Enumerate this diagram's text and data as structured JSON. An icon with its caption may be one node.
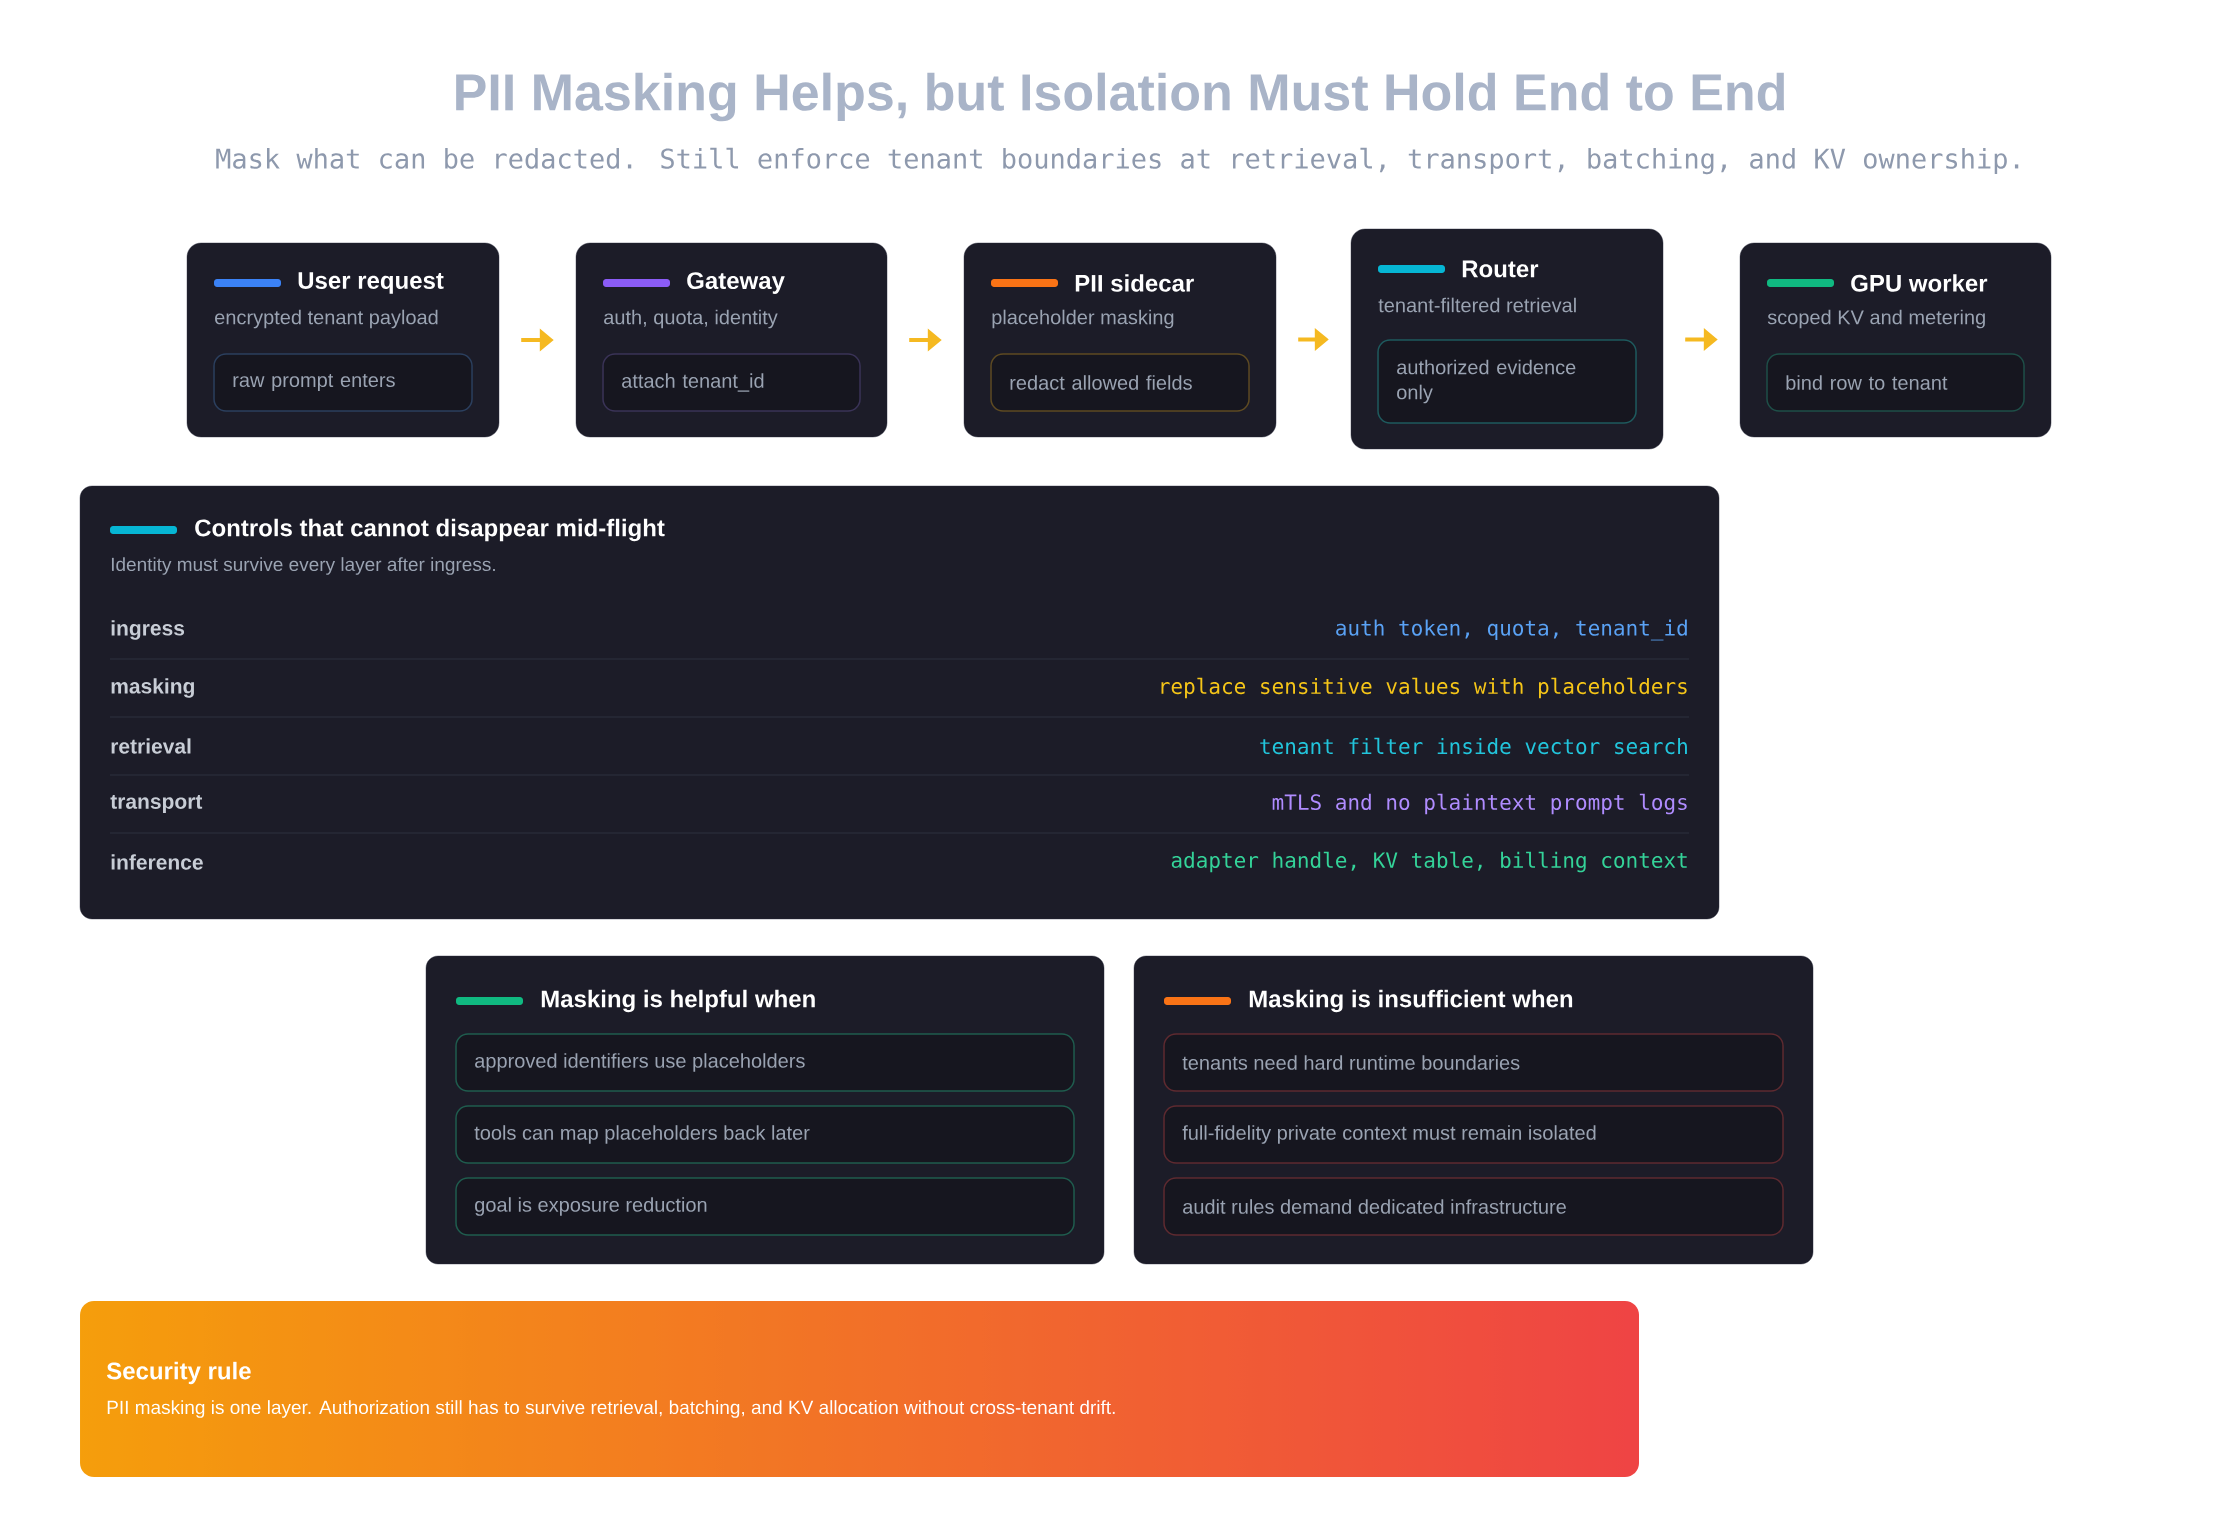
{
  "diagram": {
    "title": "PII Masking Helps, but Isolation Must Hold End to End",
    "caption": "Mask what can be redacted. Still enforce tenant boundaries at retrieval, transport, batching, and KV ownership.",
    "nodes": [
      {
        "text": [
          "User request",
          "encrypted tenant payload"
        ]
      },
      {
        "text": [
          "raw prompt enters"
        ],
        "in": 0
      },
      {
        "text": [
          "Gateway",
          "auth, quota, identity"
        ]
      },
      {
        "text": [
          "attach tenant_id"
        ],
        "in": 2
      },
      {
        "text": [
          "PII sidecar",
          "placeholder masking"
        ]
      },
      {
        "text": [
          "redact allowed fields"
        ],
        "in": 4
      },
      {
        "text": [
          "Router",
          "tenant-filtered retrieval"
        ]
      },
      {
        "text": [
          "authorized evidence only"
        ],
        "in": 6
      },
      {
        "text": [
          "GPU worker",
          "scoped KV and metering"
        ]
      },
      {
        "text": [
          "bind row to tenant"
        ],
        "in": 8
      },
      {
        "text": [
          "Controls that cannot disappear mid-flight",
          "Identity must survive every layer after ingress."
        ]
      },
      {
        "text": [
          "Masking is helpful when"
        ]
      },
      {
        "text": [
          "approved identifiers use placeholders"
        ],
        "in": 11
      },
      {
        "text": [
          "tools can map placeholders back later"
        ],
        "in": 11
      },
      {
        "text": [
          "goal is exposure reduction"
        ],
        "in": 11
      },
      {
        "text": [
          "Masking is insufficient when"
        ]
      },
      {
        "text": [
          "tenants need hard runtime boundaries"
        ],
        "in": 15
      },
      {
        "text": [
          "full-fidelity private context must remain isolated"
        ],
        "in": 15
      },
      {
        "text": [
          "audit rules demand dedicated infrastructure"
        ],
        "in": 15
      },
      {
        "text": [
          "Security rule",
          "PII masking is one layer. Authorization still has to survive retrieval, batching, and KV allocation without cross-tenant drift."
        ]
      }
    ],
    "edges": [
      {
        "from": 0,
        "to": 2,
        "arrow": "to"
      },
      {
        "from": 2,
        "to": 4,
        "arrow": "to"
      },
      {
        "from": 4,
        "to": 6,
        "arrow": "to"
      },
      {
        "from": 6,
        "to": 8,
        "arrow": "to"
      }
    ],
    "labels": [
      "ingress",
      "auth token, quota, tenant_id",
      "masking",
      "replace sensitive values with placeholders",
      "retrieval",
      "tenant filter inside vector search",
      "transport",
      "mTLS and no plaintext prompt logs",
      "inference",
      "adapter handle, KV table, billing context"
    ]
  }
}
